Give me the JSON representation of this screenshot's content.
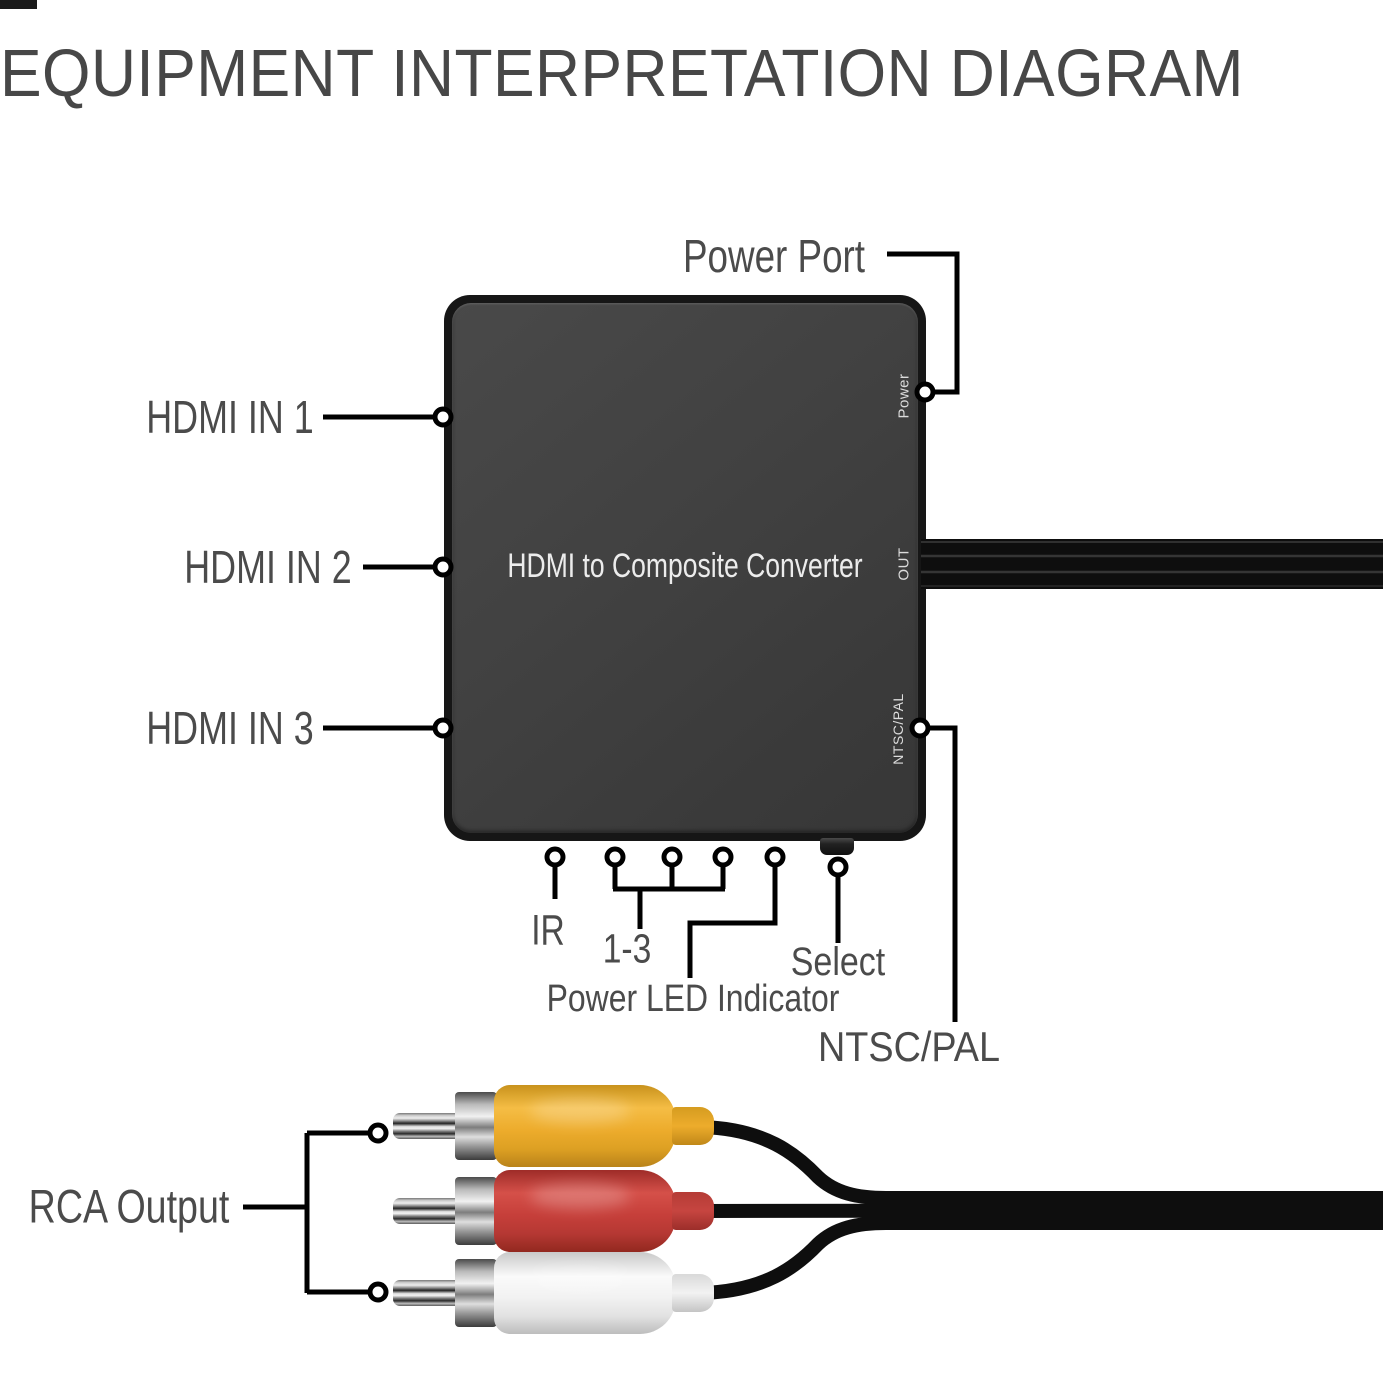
{
  "title": "EQUIPMENT INTERPRETATION DIAGRAM",
  "device": {
    "label": "HDMI to Composite Converter",
    "side_labels": {
      "power": "Power",
      "out": "OUT",
      "ntsc_pal": "NTSC/PAL"
    }
  },
  "labels": {
    "power_port": "Power Port",
    "hdmi_in_1": "HDMI IN 1",
    "hdmi_in_2": "HDMI IN 2",
    "hdmi_in_3": "HDMI IN 3",
    "ir": "IR",
    "channels": "1-3",
    "select": "Select",
    "power_led": "Power LED Indicator",
    "ntsc_pal": "NTSC/PAL",
    "rca_output": "RCA Output"
  },
  "connectors": {
    "video": "yellow RCA plug",
    "audio_right": "red RCA plug",
    "audio_left": "white RCA plug"
  },
  "colors": {
    "rca_yellow": "#EDAC2C",
    "rca_red": "#C63F3A",
    "rca_white": "#F2F2F2",
    "device_gray": "#3F3F3F",
    "line_black": "#000000",
    "label_gray": "#4B4B4B"
  }
}
